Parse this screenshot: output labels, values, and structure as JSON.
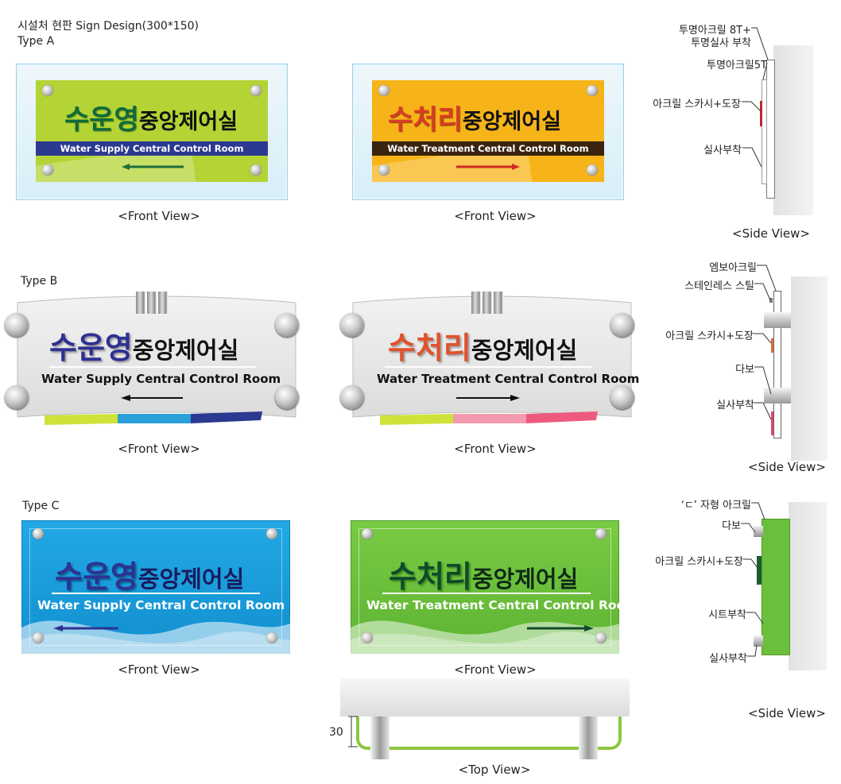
{
  "page": {
    "title": "시설처 현판 Sign Design(300*150)"
  },
  "type_a": {
    "label": "Type A",
    "left": {
      "title_main": "수운영",
      "title_rest": "중앙제어실",
      "subtitle": "Water Supply Central Control Room",
      "caption": "<Front View>"
    },
    "right": {
      "title_main": "수처리",
      "title_rest": "중앙제어실",
      "subtitle": "Water Treatment Central Control Room",
      "caption": "<Front View>"
    },
    "side": {
      "notes": [
        "투명아크릴 8T+",
        "투명실사 부착",
        "투명아크릴5T",
        "아크릴 스카시+도장",
        "실사부착"
      ],
      "caption": "<Side View>"
    }
  },
  "type_b": {
    "label": "Type B",
    "left": {
      "title_main": "수운영",
      "title_rest": "중앙제어실",
      "subtitle": "Water Supply Central Control Room",
      "caption": "<Front View>"
    },
    "right": {
      "title_main": "수처리",
      "title_rest": "중앙제어실",
      "subtitle": "Water Treatment Central Control Room",
      "caption": "<Front View>"
    },
    "side": {
      "notes": [
        "엠보아크릴",
        "스테인레스 스틸",
        "아크릴 스카시+도장",
        "다보",
        "실사부착"
      ],
      "caption": "<Side View>"
    }
  },
  "type_c": {
    "label": "Type C",
    "left": {
      "title_main": "수운영",
      "title_rest": "중앙제어실",
      "subtitle": "Water Supply Central Control Room",
      "caption": "<Front View>"
    },
    "right": {
      "title_main": "수처리",
      "title_rest": "중앙제어실",
      "subtitle": "Water Treatment Central Control Room",
      "caption": "<Front View>"
    },
    "side": {
      "notes": [
        "‘ㄷ’ 자형 아크릴",
        "다보",
        "아크릴 스카시+도장",
        "시트부착",
        "실사부착"
      ],
      "caption": "<Side View>"
    },
    "top_view": {
      "dimension": "30",
      "caption": "<Top View>"
    }
  },
  "colors": {
    "a_left_bg": "#b4d335",
    "a_left_bar": "#2b3990",
    "a_left_main": "#0f6b3a",
    "a_right_bg": "#f7b418",
    "a_right_bar": "#3a2410",
    "a_right_main": "#d93d24",
    "b_main_left": "#2e3192",
    "b_main_right": "#e0522b",
    "c_left_bg": "#1aa3e0",
    "c_left_main": "#2e3192",
    "c_right_bg": "#6cbf3c",
    "c_right_main": "#114a2a"
  }
}
